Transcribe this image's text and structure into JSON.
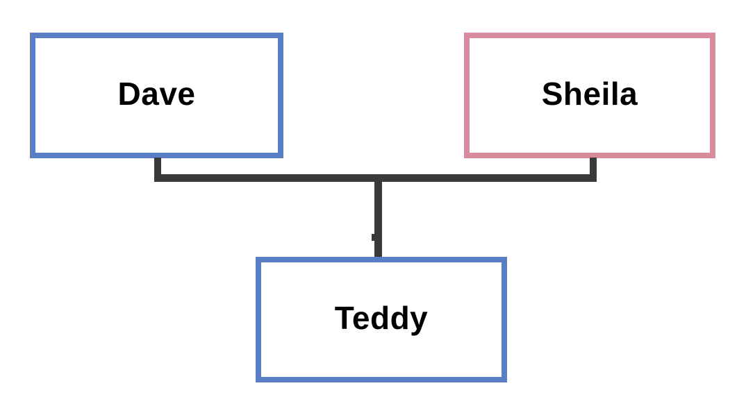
{
  "diagram": {
    "type": "family-tree",
    "background_color": "#ffffff",
    "connector_color": "#3a3a3a",
    "text_color": "#000000",
    "nodes": [
      {
        "id": "dave",
        "label": "Dave",
        "border_color": "#5a7ec3",
        "fill_color": "#ffffff"
      },
      {
        "id": "sheila",
        "label": "Sheila",
        "border_color": "#d98b9e",
        "fill_color": "#ffffff"
      },
      {
        "id": "teddy",
        "label": "Teddy",
        "border_color": "#5a7ec3",
        "fill_color": "#ffffff"
      }
    ],
    "edges": [
      {
        "from": "Dave",
        "to": "Teddy"
      },
      {
        "from": "Sheila",
        "to": "Teddy"
      }
    ]
  }
}
